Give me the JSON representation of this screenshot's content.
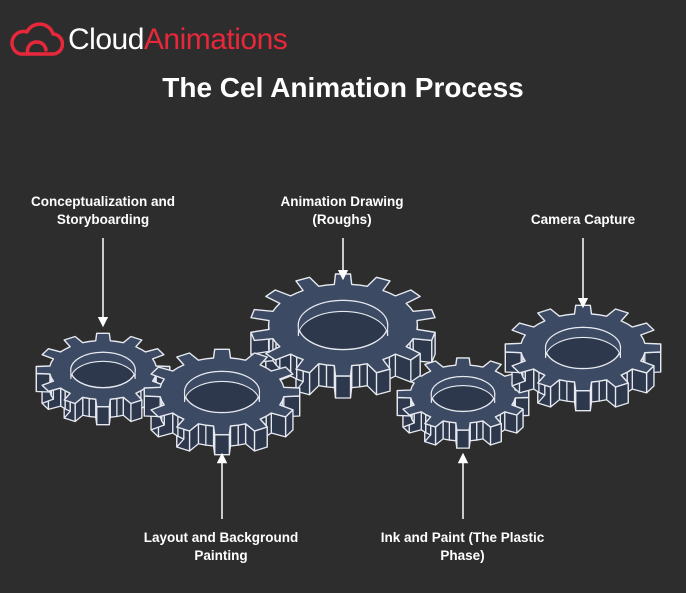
{
  "brand": {
    "word1": "Cloud",
    "word2": "Animations",
    "color_primary": "#ffffff",
    "color_accent": "#e8283a"
  },
  "title": "The Cel Animation Process",
  "steps": [
    {
      "label_line1": "Conceptualization and",
      "label_line2": "Storyboarding"
    },
    {
      "label_line1": "Layout and Background",
      "label_line2": "Painting"
    },
    {
      "label_line1": "Animation Drawing",
      "label_line2": "(Roughs)"
    },
    {
      "label_line1": "Ink and Paint (The Plastic",
      "label_line2": "Phase)"
    },
    {
      "label_line1": "Camera Capture",
      "label_line2": ""
    }
  ],
  "colors": {
    "background": "#2d2d2d",
    "gear_face": "#3d4a64",
    "gear_side": "#2e384d",
    "gear_edge": "#e6e9ef"
  }
}
